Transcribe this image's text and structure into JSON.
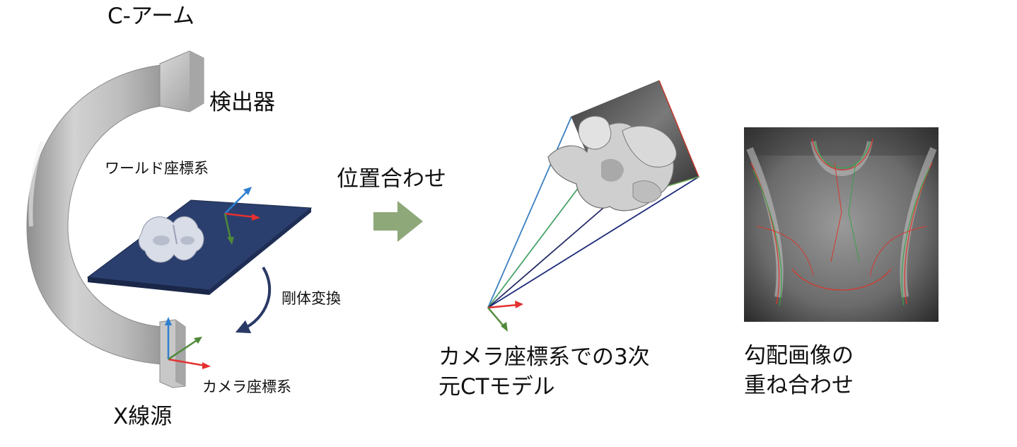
{
  "labels": {
    "c_arm": "C-アーム",
    "detector": "検出器",
    "world_frame": "ワールド座標系",
    "rigid_transform": "剛体変換",
    "camera_frame": "カメラ座標系",
    "xray_source": "X線源",
    "registration": "位置合わせ",
    "ct_model_line1": "カメラ座標系での3次",
    "ct_model_line2": "元CTモデル",
    "gradient_line1": "勾配画像の",
    "gradient_line2": "重ね合わせ"
  },
  "colors": {
    "c_arm": "#b9b9b9",
    "table": "#2b3f6e",
    "axis_x": "#e53030",
    "axis_y": "#4f8a3a",
    "axis_z": "#2f7fd0",
    "arrow": "#8fa87a",
    "curved_arrow": "#2a3a66",
    "ray_blue": "#3b7fc0",
    "ray_green": "#4aa36a",
    "ray_navy": "#1c2a7a",
    "ray_dark": "#262b66"
  }
}
